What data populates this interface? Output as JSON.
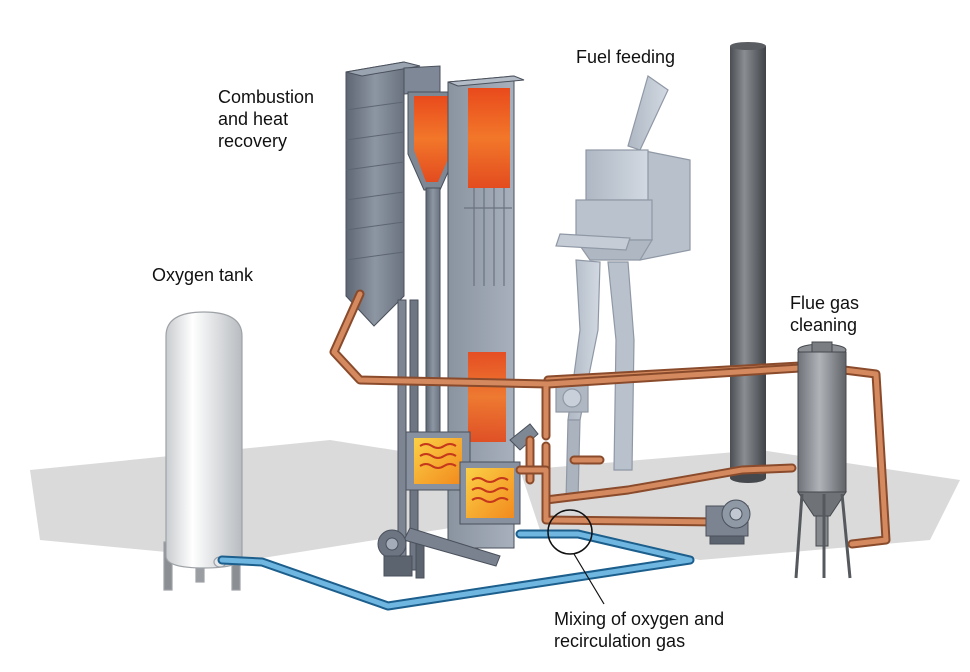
{
  "labels": {
    "combustion": [
      "Combustion",
      "and heat",
      "recovery"
    ],
    "fuel_feeding": [
      "Fuel feeding"
    ],
    "oxygen_tank": [
      "Oxygen tank"
    ],
    "flue_gas": [
      "Flue gas",
      "cleaning"
    ],
    "mixing": [
      "Mixing of oxygen and",
      "recirculation gas"
    ]
  },
  "colors": {
    "steel": "#7d8694",
    "steel_dark": "#565e6a",
    "fuel_unit": "#c3cbd6",
    "flame": "#ee5a1e",
    "hot_box": "#f6a31b",
    "copper_pipe": "#c8794f",
    "oxygen_pipe": "#3c8fc8",
    "tank": "#f3f3f1",
    "stack": "#6b6e73",
    "shadow": "#d9d9d9"
  }
}
